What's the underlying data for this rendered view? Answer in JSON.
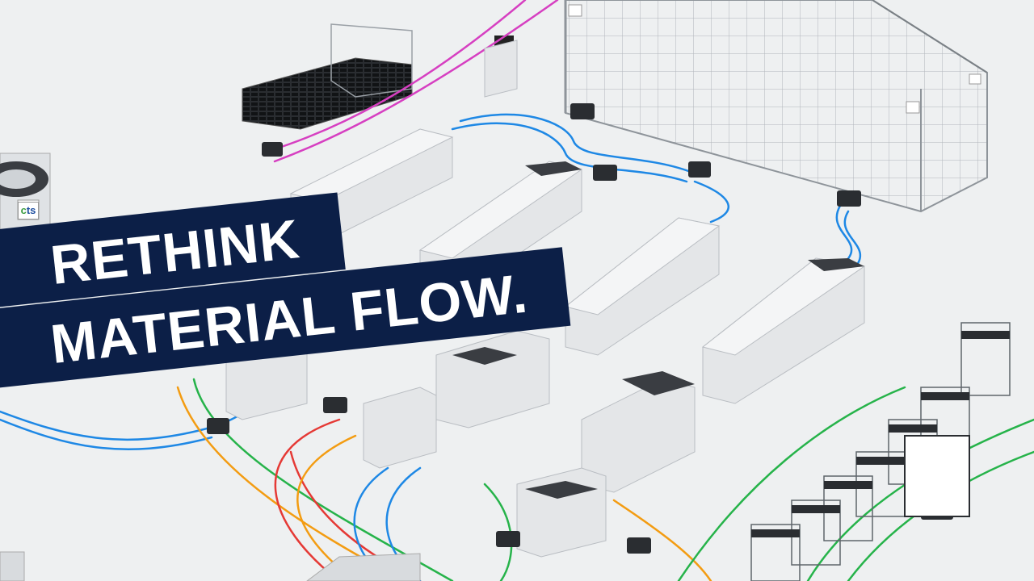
{
  "headline": {
    "line1": "RETHINK",
    "line2": "MATERIAL FLOW."
  },
  "branding": {
    "logo_text": "cts"
  },
  "colors": {
    "band_navy": "#0c1f47",
    "headline_text": "#ffffff",
    "floor": "#eef0f1",
    "machine_body": "#e4e6e8",
    "machine_shadow": "#b9bdc2",
    "agv_blue_path": "#1e88e5",
    "magenta_path": "#d63fc1",
    "green_path": "#26b34a",
    "red_path": "#e53935",
    "orange_path": "#f39c12",
    "logo_green": "#3a9b3f",
    "logo_blue": "#1f4fa0"
  },
  "icons": [
    "storage-tower",
    "agv-robot",
    "reel-cart",
    "production-line"
  ]
}
